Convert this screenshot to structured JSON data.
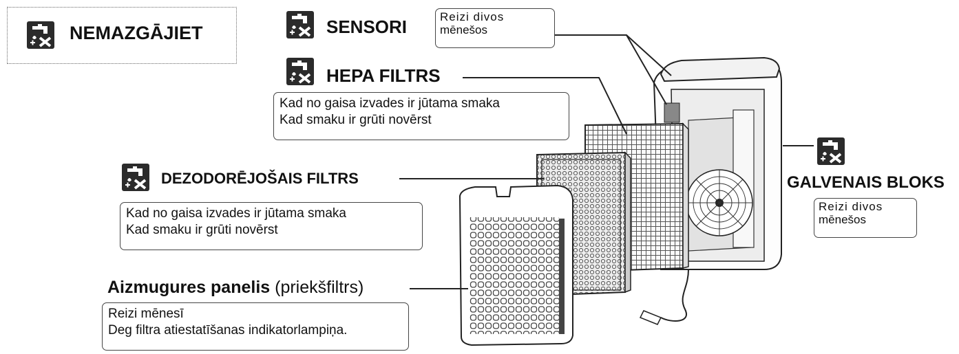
{
  "legend": {
    "label": "NEMAZGĀJIET",
    "icon": "no-wash-icon"
  },
  "parts": {
    "sensors": {
      "title": "SENSORI",
      "note_line1": "Reizi divos",
      "note_line2": "mēnešos"
    },
    "hepa": {
      "title": "HEPA FILTRS",
      "note_line1": "Kad no gaisa izvades ir jūtama smaka",
      "note_line2": "Kad smaku ir grūti novērst"
    },
    "deodorizing": {
      "title": "DEZODORĒJOŠAIS FILTRS",
      "note_line1": "Kad no gaisa izvades ir jūtama smaka",
      "note_line2": "Kad smaku ir grūti novērst"
    },
    "back_panel": {
      "title_bold": "Aizmugures panelis",
      "title_normal": "(priekšfiltrs)",
      "note_line1": "Reizi mēnesī",
      "note_line2": "Deg filtra atiestatīšanas indikatorlampiņa."
    },
    "main_unit": {
      "title": "GALVENAIS BLOKS",
      "note_line1": "Reizi divos",
      "note_line2": "mēnešos"
    }
  },
  "colors": {
    "icon_bg": "#2b2b2b",
    "line": "#222222",
    "border": "#444444"
  }
}
